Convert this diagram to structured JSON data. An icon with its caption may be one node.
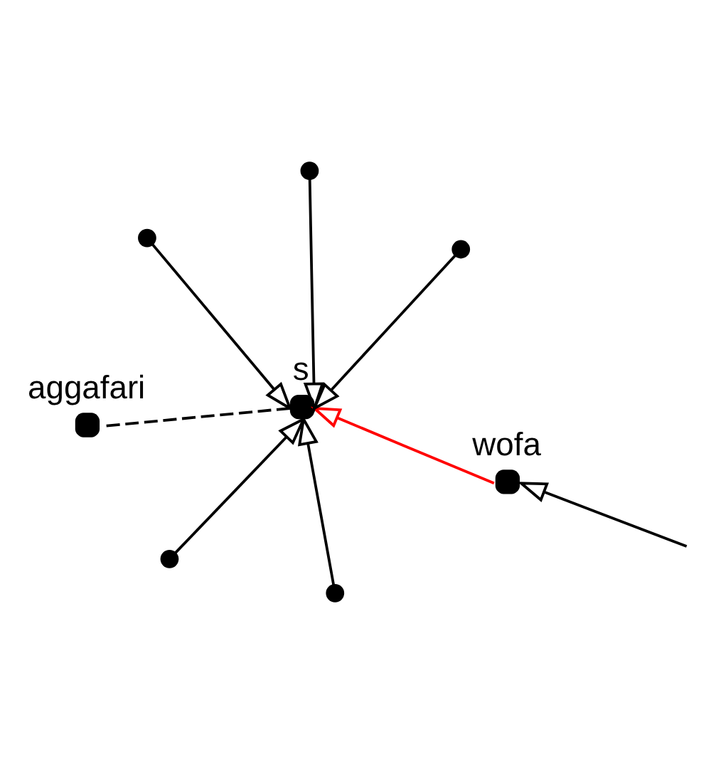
{
  "diagram": {
    "nodes": [
      {
        "text": [
          "aggafari"
        ]
      },
      {
        "text": [
          "wofa"
        ]
      },
      {
        "text": [
          "s"
        ]
      },
      {
        "text": [],
        "shape": "circle"
      },
      {
        "text": [],
        "shape": "circle"
      },
      {
        "text": [],
        "shape": "circle"
      },
      {
        "text": [],
        "shape": "circle"
      },
      {
        "text": [],
        "shape": "circle"
      }
    ],
    "edges": [
      {
        "from": 1,
        "to": 2,
        "arrow": "to",
        "color": "#ff0000"
      },
      {
        "from": 2,
        "to": 0,
        "arrow": "none",
        "style": "dashed"
      },
      {
        "from": null,
        "to": 1,
        "arrow": "to"
      },
      {
        "from": 3,
        "to": 2,
        "arrow": "to"
      },
      {
        "from": 4,
        "to": 2,
        "arrow": "to"
      },
      {
        "from": 5,
        "to": 2,
        "arrow": "to"
      },
      {
        "from": 6,
        "to": 2,
        "arrow": "to"
      },
      {
        "from": 7,
        "to": 2,
        "arrow": "to"
      }
    ]
  }
}
